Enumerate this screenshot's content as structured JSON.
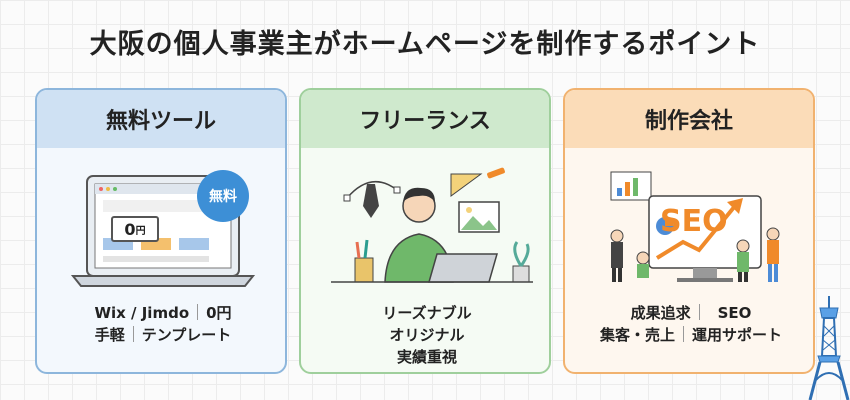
{
  "title": "大阪の個人事業主がホームページを制作するポイント",
  "cards": [
    {
      "heading": "無料ツール",
      "badge": "無料",
      "price_screen": "0",
      "price_unit": "円",
      "lines": [
        [
          "Wix / Jimdo",
          "0円"
        ],
        [
          "手軽",
          "テンプレート"
        ]
      ],
      "accent": "#cfe1f3"
    },
    {
      "heading": "フリーランス",
      "lines": [
        [
          "リーズナブル"
        ],
        [
          "オリジナル"
        ],
        [
          "実績重視"
        ]
      ],
      "accent": "#cfe9cd"
    },
    {
      "heading": "制作会社",
      "seo_text": "SEO",
      "lines": [
        [
          "成果追求",
          "SEO"
        ],
        [
          "集客・売上",
          "運用サポート"
        ]
      ],
      "accent": "#fbdcb8"
    }
  ]
}
